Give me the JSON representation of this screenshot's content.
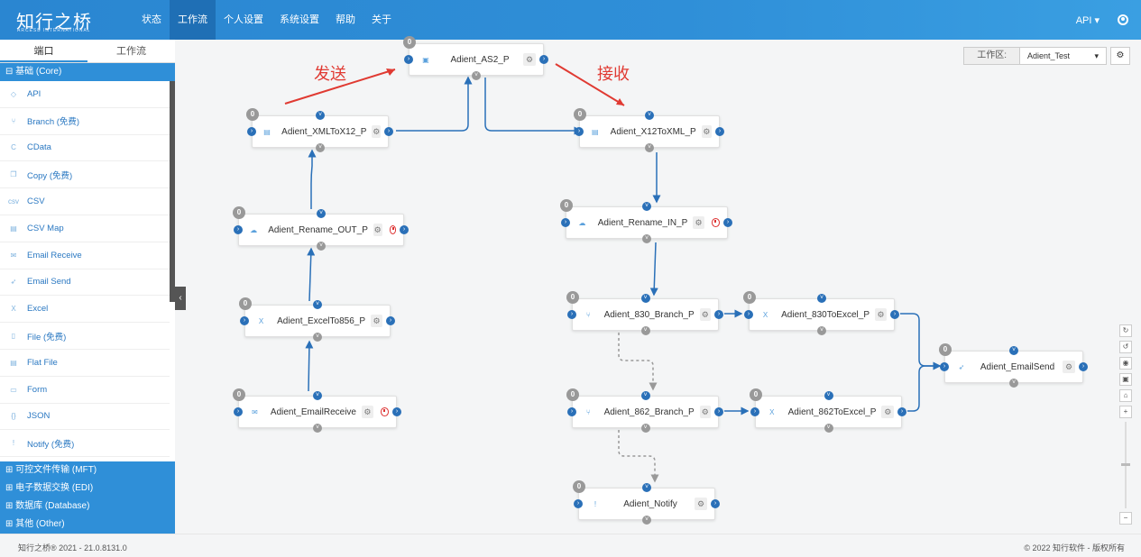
{
  "app": {
    "logo": "知行之桥",
    "logo_sub": "ARCESB INTERNATIONAL",
    "nav": [
      "状态",
      "工作流",
      "个人设置",
      "系统设置",
      "帮助",
      "关于"
    ],
    "nav_active": "工作流",
    "user_menu": "API ▾"
  },
  "sidebar": {
    "tabs": [
      "端口",
      "工作流"
    ],
    "group_core": "⊟ 基础 (Core)",
    "items": [
      {
        "label": "API",
        "icon": "api-icon",
        "glyph": "◇"
      },
      {
        "label": "Branch (免费)",
        "icon": "branch-icon",
        "glyph": "⑂"
      },
      {
        "label": "CData",
        "icon": "cdata-icon",
        "glyph": "C"
      },
      {
        "label": "Copy (免费)",
        "icon": "copy-icon",
        "glyph": "❐"
      },
      {
        "label": "CSV",
        "icon": "csv-icon",
        "glyph": "csv"
      },
      {
        "label": "CSV Map",
        "icon": "csv-map-icon",
        "glyph": "▤"
      },
      {
        "label": "Email Receive",
        "icon": "email-receive-icon",
        "glyph": "✉"
      },
      {
        "label": "Email Send",
        "icon": "email-send-icon",
        "glyph": "➶"
      },
      {
        "label": "Excel",
        "icon": "excel-icon",
        "glyph": "X"
      },
      {
        "label": "File (免费)",
        "icon": "file-icon",
        "glyph": "▯"
      },
      {
        "label": "Flat File",
        "icon": "flat-file-icon",
        "glyph": "▤"
      },
      {
        "label": "Form",
        "icon": "form-icon",
        "glyph": "▭"
      },
      {
        "label": "JSON",
        "icon": "json-icon",
        "glyph": "{}"
      },
      {
        "label": "Notify (免费)",
        "icon": "notify-icon",
        "glyph": "!"
      }
    ],
    "bottom_groups": [
      "⊞ 可控文件传输 (MFT)",
      "⊞ 电子数据交换 (EDI)",
      "⊞ 数据库 (Database)",
      "⊞ 其他 (Other)"
    ]
  },
  "workspace": {
    "label": "工作区:",
    "value": "Adient_Test"
  },
  "annotations": {
    "send": "发送",
    "receive": "接收"
  },
  "nodes": [
    {
      "id": "as2",
      "label": "Adient_AS2_P",
      "badge": "0",
      "icon": "as2-icon",
      "glyph": "▣",
      "stop": false
    },
    {
      "id": "xmltox12",
      "label": "Adient_XMLToX12_P",
      "badge": "0",
      "icon": "xml-icon",
      "glyph": "▤",
      "stop": false
    },
    {
      "id": "x12toxml",
      "label": "Adient_X12ToXML_P",
      "badge": "0",
      "icon": "x12-icon",
      "glyph": "▤",
      "stop": false
    },
    {
      "id": "renameout",
      "label": "Adient_Rename_OUT_P",
      "badge": "0",
      "icon": "rename-icon",
      "glyph": "☁",
      "stop": true
    },
    {
      "id": "renamein",
      "label": "Adient_Rename_IN_P",
      "badge": "0",
      "icon": "rename-icon",
      "glyph": "☁",
      "stop": true
    },
    {
      "id": "excelto856",
      "label": "Adient_ExcelTo856_P",
      "badge": "0",
      "icon": "excel-icon",
      "glyph": "X",
      "stop": false
    },
    {
      "id": "branch830",
      "label": "Adient_830_Branch_P",
      "badge": "0",
      "icon": "branch-icon",
      "glyph": "⑂",
      "stop": false
    },
    {
      "id": "830toexcel",
      "label": "Adient_830ToExcel_P",
      "badge": "0",
      "icon": "excel-icon",
      "glyph": "X",
      "stop": false
    },
    {
      "id": "emailsend",
      "label": "Adient_EmailSend",
      "badge": "0",
      "icon": "email-send-icon",
      "glyph": "➶",
      "stop": false
    },
    {
      "id": "emailreceive",
      "label": "Adient_EmailReceive",
      "badge": "0",
      "icon": "email-receive-icon",
      "glyph": "✉",
      "stop": true
    },
    {
      "id": "branch862",
      "label": "Adient_862_Branch_P",
      "badge": "0",
      "icon": "branch-icon",
      "glyph": "⑂",
      "stop": false
    },
    {
      "id": "862toexcel",
      "label": "Adient_862ToExcel_P",
      "badge": "0",
      "icon": "excel-icon",
      "glyph": "X",
      "stop": false
    },
    {
      "id": "notify",
      "label": "Adient_Notify",
      "badge": "0",
      "icon": "notify-icon",
      "glyph": "!",
      "stop": false
    }
  ],
  "footer": {
    "left": "知行之桥® 2021 - 21.0.8131.0",
    "right": "© 2022 知行软件 - 版权所有"
  }
}
